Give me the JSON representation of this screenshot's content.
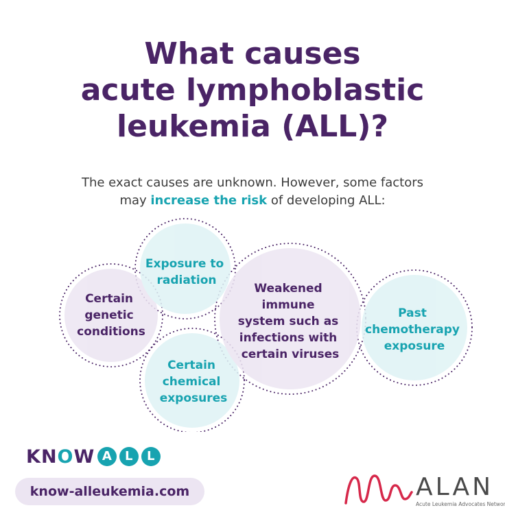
{
  "title": {
    "line1": "What causes",
    "line2": "acute lymphoblastic",
    "line3": "leukemia (ALL)?"
  },
  "subtitle": {
    "line1": "The exact causes are unknown. However, some factors",
    "line2_prefix": "may ",
    "line2_highlight": "increase the risk",
    "line2_suffix": " of developing ALL:"
  },
  "factors": {
    "genetic": [
      "Certain",
      "genetic",
      "conditions"
    ],
    "radiation": [
      "Exposure to",
      "radiation"
    ],
    "immune": [
      "Weakened",
      "immune",
      "system such as",
      "infections with",
      "certain viruses"
    ],
    "chemo": [
      "Past",
      "chemotherapy",
      "exposure"
    ],
    "chemical": [
      "Certain",
      "chemical",
      "exposures"
    ]
  },
  "brand": {
    "know_letters": [
      "K",
      "N",
      "O",
      "W"
    ],
    "all_letters": [
      "A",
      "L",
      "L"
    ],
    "url": "know-alleukemia.com",
    "partner_name": "ALAN",
    "partner_tagline": "Acute Leukemia Advocates Network"
  },
  "colors": {
    "purple": "#4a2466",
    "teal": "#17a3b0",
    "lilac_fill": "#ece5f2",
    "aqua_fill": "#dff3f5",
    "alan_red": "#d6284a"
  }
}
